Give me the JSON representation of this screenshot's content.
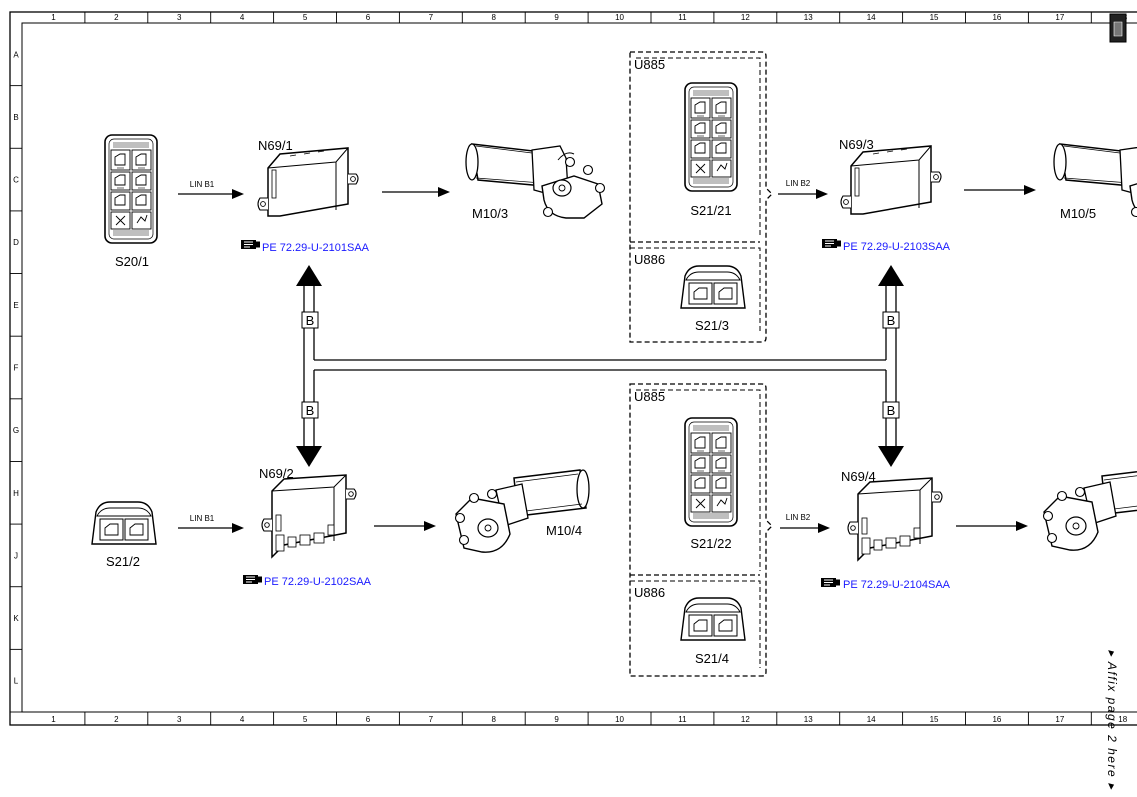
{
  "frame": {
    "columns": [
      "1",
      "2",
      "3",
      "4",
      "5",
      "6",
      "7",
      "8",
      "9",
      "10",
      "11",
      "12",
      "13",
      "14",
      "15",
      "16",
      "17",
      "18"
    ],
    "rows": [
      "A",
      "B",
      "C",
      "D",
      "E",
      "F",
      "G",
      "H",
      "J",
      "K",
      "L"
    ]
  },
  "side_note": "Affix page 2 here",
  "bus_label": "B",
  "top": {
    "switch": "S20/1",
    "lin1": "LIN B1",
    "module_left": "N69/1",
    "ref_left": "PE 72.29-U-2101SAA",
    "motor_left": "M10/3",
    "group_upper": {
      "code": "U885",
      "part": "S21/21"
    },
    "group_lower": {
      "code": "U886",
      "part": "S21/3"
    },
    "lin2": "LIN B2",
    "module_right": "N69/3",
    "ref_right": "PE 72.29-U-2103SAA",
    "motor_right": "M10/5"
  },
  "bottom": {
    "switch": "S21/2",
    "lin1": "LIN B1",
    "module_left": "N69/2",
    "ref_left": "PE 72.29-U-2102SAA",
    "motor_left": "M10/4",
    "group_upper": {
      "code": "U885",
      "part": "S21/22"
    },
    "group_lower": {
      "code": "U886",
      "part": "S21/4"
    },
    "lin2": "LIN B2",
    "module_right": "N69/4",
    "ref_right": "PE 72.29-U-2104SAA"
  }
}
